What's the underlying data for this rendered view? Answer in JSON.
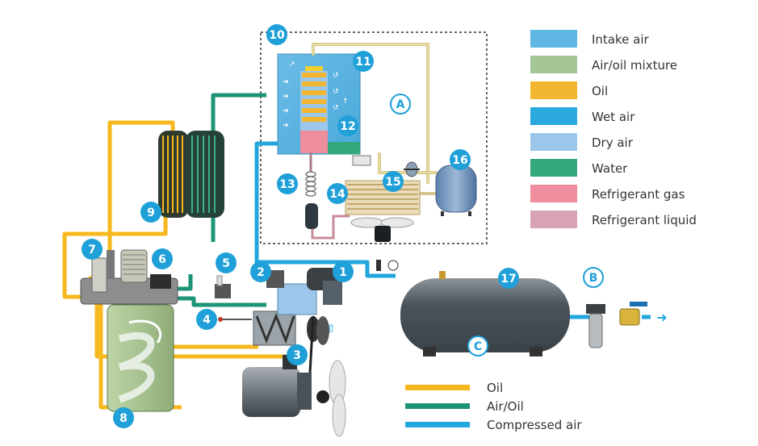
{
  "colors": {
    "intake_air": "#5fb7e4",
    "air_oil_mixture": "#a4c596",
    "oil": "#f2b631",
    "wet_air": "#2ba8de",
    "dry_air": "#9cc7ea",
    "water": "#34a77d",
    "refrigerant_gas": "#ee8e9c",
    "refrigerant_liquid": "#d8a4b3",
    "badge": "#1fa0d8",
    "line_oil": "#f6b81c",
    "line_air_oil": "#1d9377",
    "line_compressed": "#21a7dd"
  },
  "legend_top": [
    {
      "label": "Intake air",
      "color": "#5fb7e4"
    },
    {
      "label": "Air/oil mixture",
      "color": "#a4c596"
    },
    {
      "label": "Oil",
      "color": "#f2b631"
    },
    {
      "label": "Wet air",
      "color": "#2ba8de"
    },
    {
      "label": "Dry air",
      "color": "#9cc7ea"
    },
    {
      "label": "Water",
      "color": "#34a77d"
    },
    {
      "label": "Refrigerant gas",
      "color": "#ee8e9c"
    },
    {
      "label": "Refrigerant liquid",
      "color": "#d8a4b3"
    }
  ],
  "legend_bottom": [
    {
      "label": "Oil",
      "color": "#f6b81c"
    },
    {
      "label": "Air/Oil",
      "color": "#1d9377"
    },
    {
      "label": "Compressed air",
      "color": "#21a7dd"
    }
  ],
  "badges": [
    "1",
    "2",
    "3",
    "4",
    "5",
    "6",
    "7",
    "8",
    "9",
    "10",
    "11",
    "12",
    "13",
    "14",
    "15",
    "16",
    "17"
  ],
  "letters": [
    "A",
    "B",
    "C"
  ]
}
